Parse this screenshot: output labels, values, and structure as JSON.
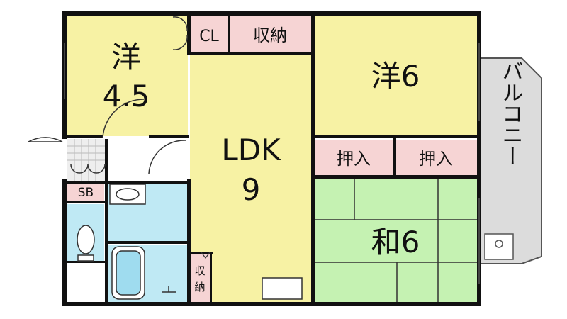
{
  "rooms": {
    "western_small": {
      "name": "洋",
      "size": "4.5"
    },
    "western_large": {
      "name": "洋6"
    },
    "ldk": {
      "name": "LDK",
      "size": "9"
    },
    "japanese": {
      "name": "和6"
    },
    "balcony": {
      "name": "バルコニー"
    }
  },
  "storage": {
    "closet": "CL",
    "shuno_top": "収納",
    "oshiire_left": "押入",
    "oshiire_right": "押入",
    "shuno_small_line1": "収",
    "shuno_small_line2": "納",
    "shoe_box": "SB"
  },
  "colors": {
    "western": "#f7f2a4",
    "ldk": "#f7f2a4",
    "japanese": "#c5f2b2",
    "wet_area": "#bfe9f4",
    "storage_pink": "#f6d4d4",
    "balcony": "#dcdcdc",
    "wall": "#111111"
  }
}
